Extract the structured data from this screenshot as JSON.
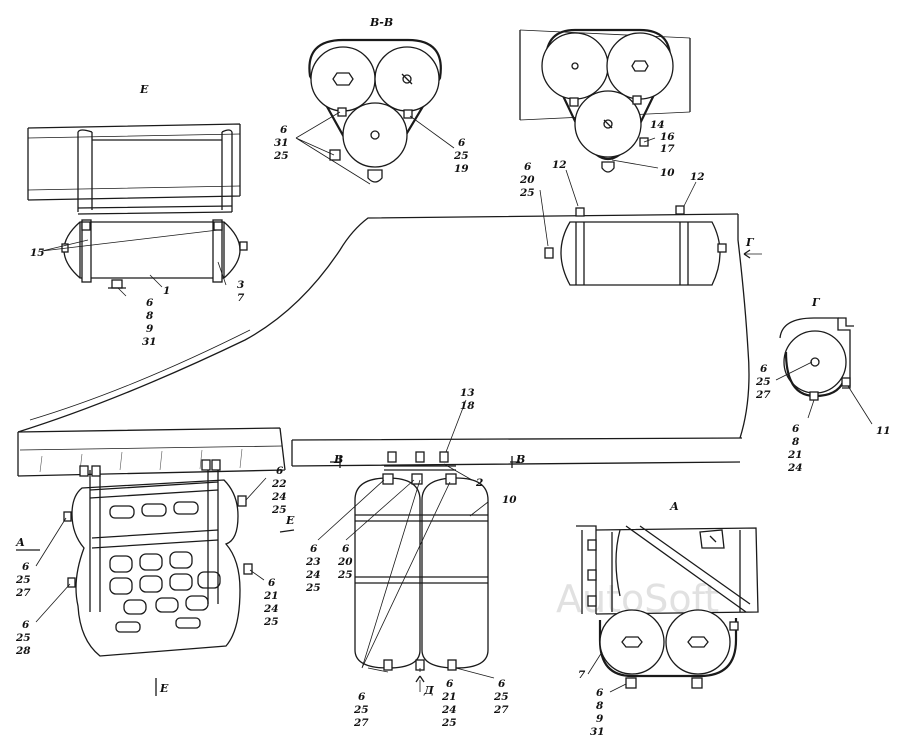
{
  "views": {
    "E": "Е",
    "VV": "В-В",
    "G": "Г",
    "A": "А"
  },
  "section_marks": {
    "A_left": "А",
    "E_right": "Е",
    "E_bottom": "Е",
    "V_left": "В",
    "V_right": "В",
    "G_arrow": "Г",
    "D_arrow": "Д"
  },
  "labels": {
    "e_15": "15",
    "e_3": "3",
    "e_7": "7",
    "e_1": "1",
    "e_6": "6",
    "e_8": "8",
    "e_9": "9",
    "e_31": "31",
    "vv_6": "6",
    "vv_31": "31",
    "vv_25": "25",
    "vv_r6": "6",
    "vv_r25": "25",
    "vv_r19": "19",
    "tr_14": "14",
    "tr_16": "16",
    "tr_17": "17",
    "tr_10": "10",
    "mid_6": "6",
    "mid_20": "20",
    "mid_25": "25",
    "mid_12a": "12",
    "mid_12b": "12",
    "g_6": "6",
    "g_25": "25",
    "g_27": "27",
    "g_11": "11",
    "g_b6": "6",
    "g_b8": "8",
    "g_b21": "21",
    "g_b24": "24",
    "c_13": "13",
    "c_18": "18",
    "c_2": "2",
    "c_10": "10",
    "c_6a": "6",
    "c_23": "23",
    "c_24a": "24",
    "c_25a": "25",
    "c_6b": "6",
    "c_20": "20",
    "c_25b": "25",
    "c_6c": "6",
    "c_25c": "25",
    "c_27a": "27",
    "c_6d": "6",
    "c_21": "21",
    "c_24b": "24",
    "c_25d": "25",
    "c_6e": "6",
    "c_25e": "25",
    "c_27b": "27",
    "l_6a": "6",
    "l_22": "22",
    "l_24a": "24",
    "l_25a": "25",
    "l_6b": "6",
    "l_21": "21",
    "l_24b": "24",
    "l_25b": "25",
    "l_6c": "6",
    "l_25c": "25",
    "l_27": "27",
    "l_6d": "6",
    "l_25d": "25",
    "l_28": "28",
    "a_7": "7",
    "a_6": "6",
    "a_8": "8",
    "a_9": "9",
    "a_31": "31"
  },
  "watermark": "AutoSoft"
}
